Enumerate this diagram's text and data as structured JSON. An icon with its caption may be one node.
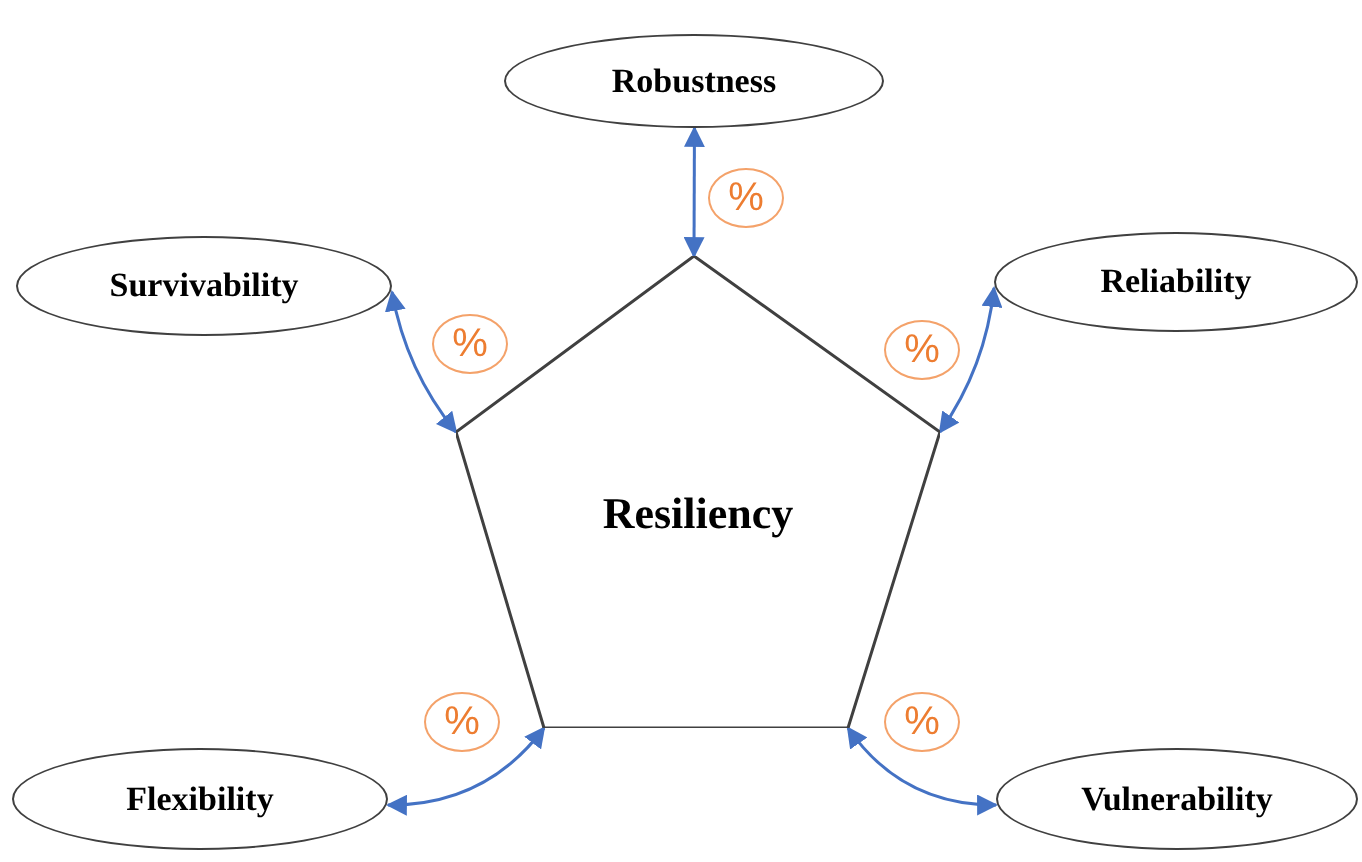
{
  "diagram": {
    "nodes": [
      {
        "text": [
          "Resiliency"
        ]
      },
      {
        "text": [
          "Robustness"
        ]
      },
      {
        "text": [
          "Survivability"
        ]
      },
      {
        "text": [
          "Reliability"
        ]
      },
      {
        "text": [
          "Flexibility"
        ]
      },
      {
        "text": [
          "Vulnerability"
        ]
      },
      {
        "text": [
          "%"
        ]
      },
      {
        "text": [
          "%"
        ]
      },
      {
        "text": [
          "%"
        ]
      },
      {
        "text": [
          "%"
        ]
      },
      {
        "text": [
          "%"
        ]
      }
    ],
    "edges": [
      {
        "from": 0,
        "to": 1,
        "arrow": "both"
      },
      {
        "from": 0,
        "to": 2,
        "arrow": "both"
      },
      {
        "from": 0,
        "to": 3,
        "arrow": "both"
      },
      {
        "from": 0,
        "to": 4,
        "arrow": "both"
      },
      {
        "from": 0,
        "to": 5,
        "arrow": "both"
      }
    ]
  }
}
